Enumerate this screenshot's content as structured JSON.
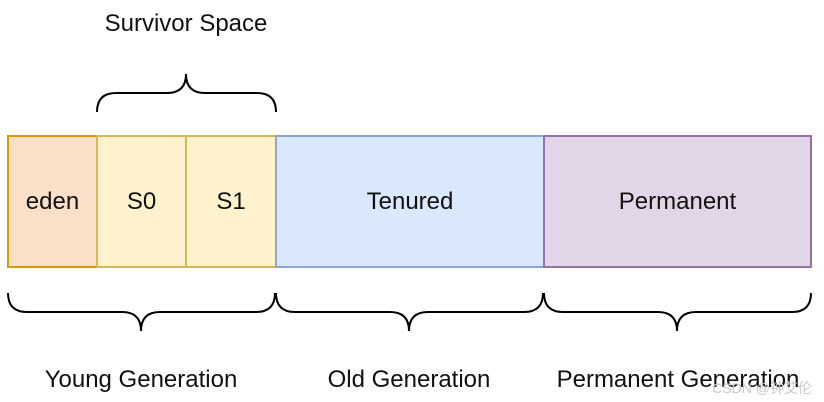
{
  "title": "Survivor Space",
  "boxes": {
    "eden": "eden",
    "s0": "S0",
    "s1": "S1",
    "tenured": "Tenured",
    "permanent": "Permanent"
  },
  "groups": {
    "young": "Young Generation",
    "old": "Old Generation",
    "permanent": "Permanent Generation"
  },
  "watermark": "CSDN @钟艾伦",
  "colors": {
    "eden_fill": "#fae0c8",
    "eden_border": "#d79b00",
    "survivor_fill": "#fff2cc",
    "survivor_border": "#d6b656",
    "tenured_fill": "#dae8fc",
    "tenured_border": "#8aa6d6",
    "permanent_fill": "#e1d5e7",
    "permanent_border": "#9673a6"
  }
}
